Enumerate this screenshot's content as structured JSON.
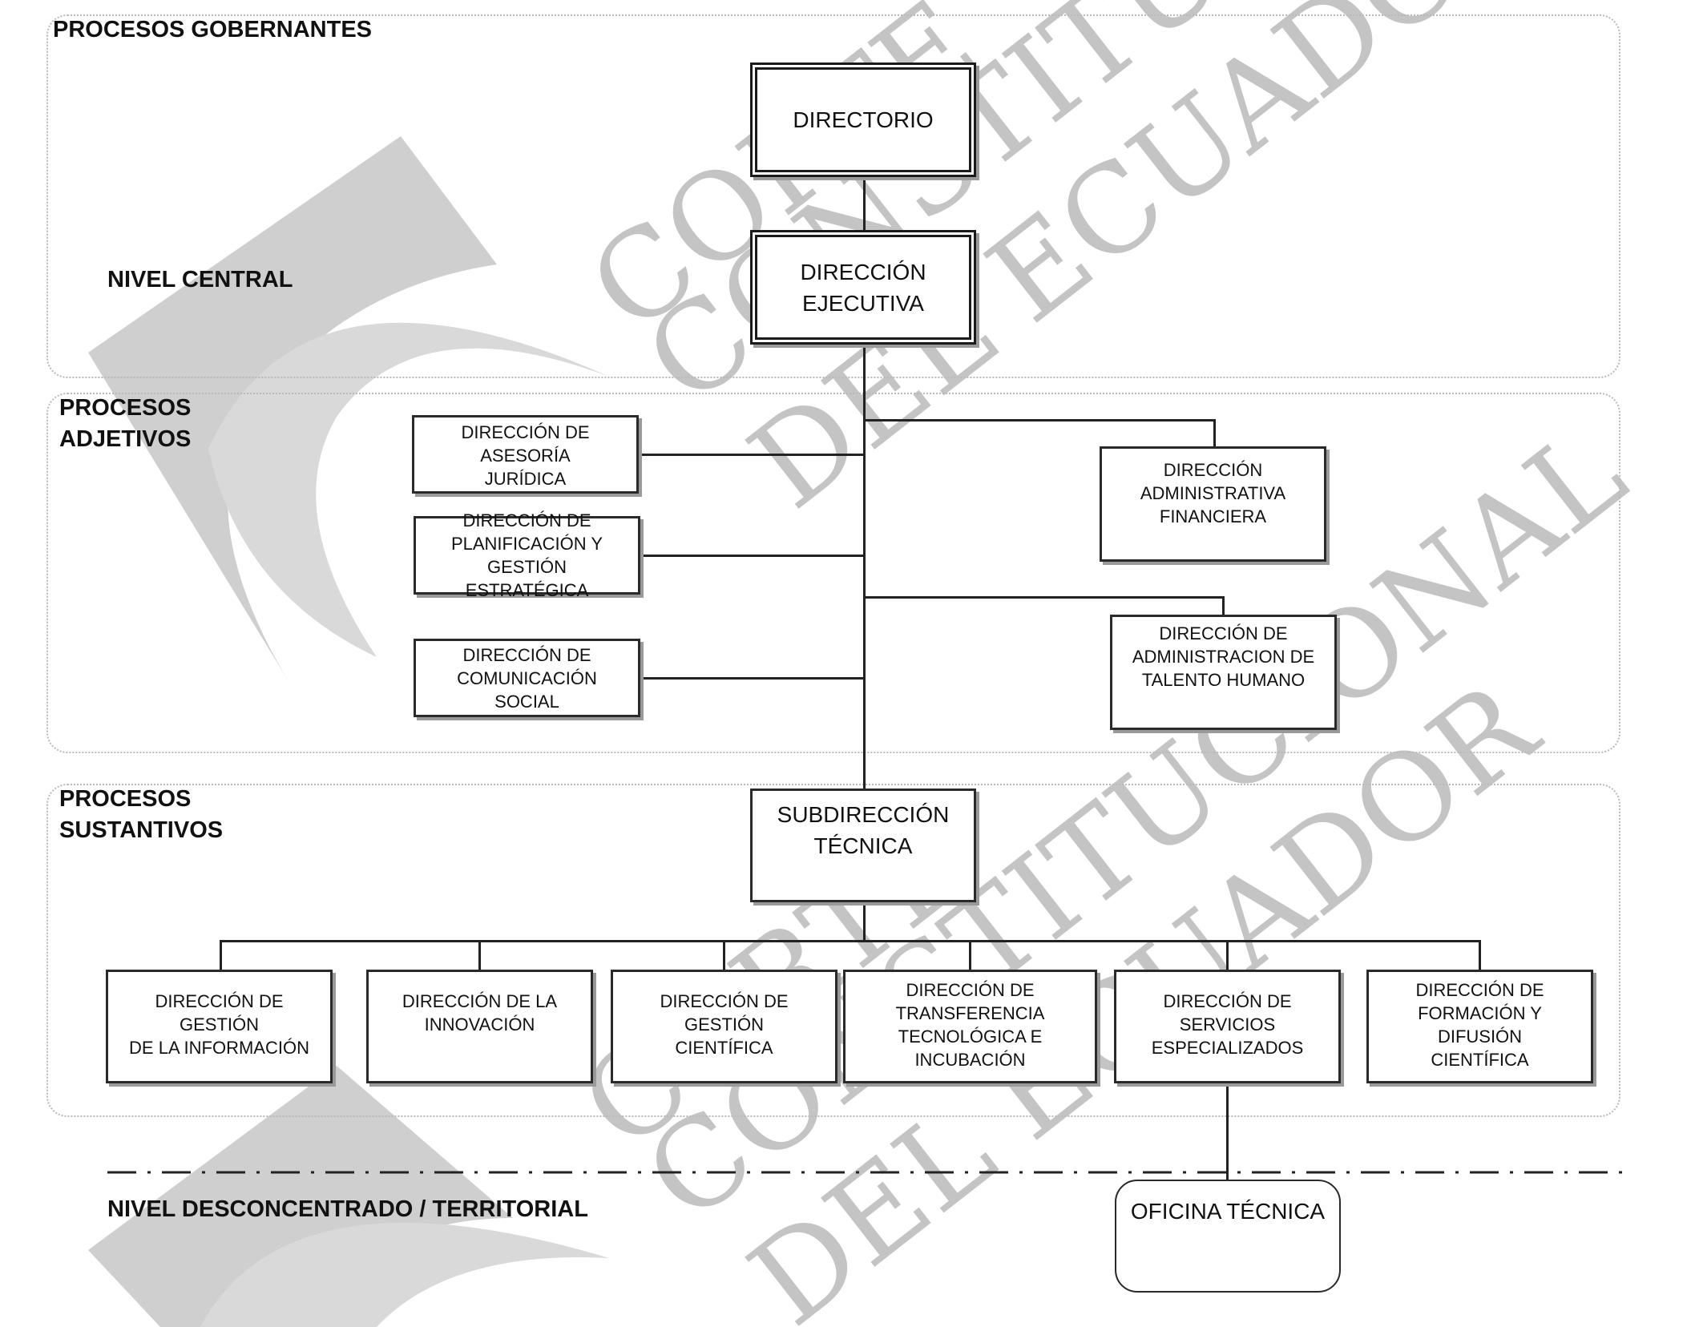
{
  "sections": {
    "gobernantes": "PROCESOS GOBERNANTES",
    "nivel_central": "NIVEL CENTRAL",
    "adjetivos": "PROCESOS\nADJETIVOS",
    "sustantivos": "PROCESOS\nSUSTANTIVOS",
    "nivel_desconcentrado": "NIVEL DESCONCENTRADO / TERRITORIAL"
  },
  "nodes": {
    "directorio": "DIRECTORIO",
    "direccion_ejecutiva": "DIRECCIÓN\nEJECUTIVA",
    "asesoria_juridica": "DIRECCIÓN DE ASESORÍA\nJURÍDICA",
    "planificacion": "DIRECCIÓN DE\nPLANIFICACIÓN Y GESTIÓN\nESTRATÉGICA",
    "comunicacion": "DIRECCIÓN DE\nCOMUNICACIÓN SOCIAL",
    "administrativa": "DIRECCIÓN\nADMINISTRATIVA\nFINANCIERA",
    "talento_humano": "DIRECCIÓN DE\nADMINISTRACION DE\nTALENTO HUMANO",
    "subdireccion": "SUBDIRECCIÓN\nTÉCNICA",
    "gestion_informacion": "DIRECCIÓN DE GESTIÓN\nDE LA INFORMACIÓN",
    "innovacion": "DIRECCIÓN  DE LA\nINNOVACIÓN",
    "gestion_cientifica": "DIRECCIÓN DE GESTIÓN\nCIENTÍFICA",
    "transferencia": "DIRECCIÓN DE\nTRANSFERENCIA\nTECNOLÓGICA E INCUBACIÓN",
    "servicios": "DIRECCIÓN DE SERVICIOS\nESPECIALIZADOS",
    "formacion": "DIRECCIÓN DE\nFORMACIÓN Y DIFUSIÓN\nCIENTÍFICA",
    "oficina": "OFICINA TÉCNICA"
  },
  "watermark": {
    "line1": "CORTE",
    "line2": "CONSTITUCIONAL",
    "line3": "DEL ECUADOR",
    "color": "#c8c8c8"
  }
}
